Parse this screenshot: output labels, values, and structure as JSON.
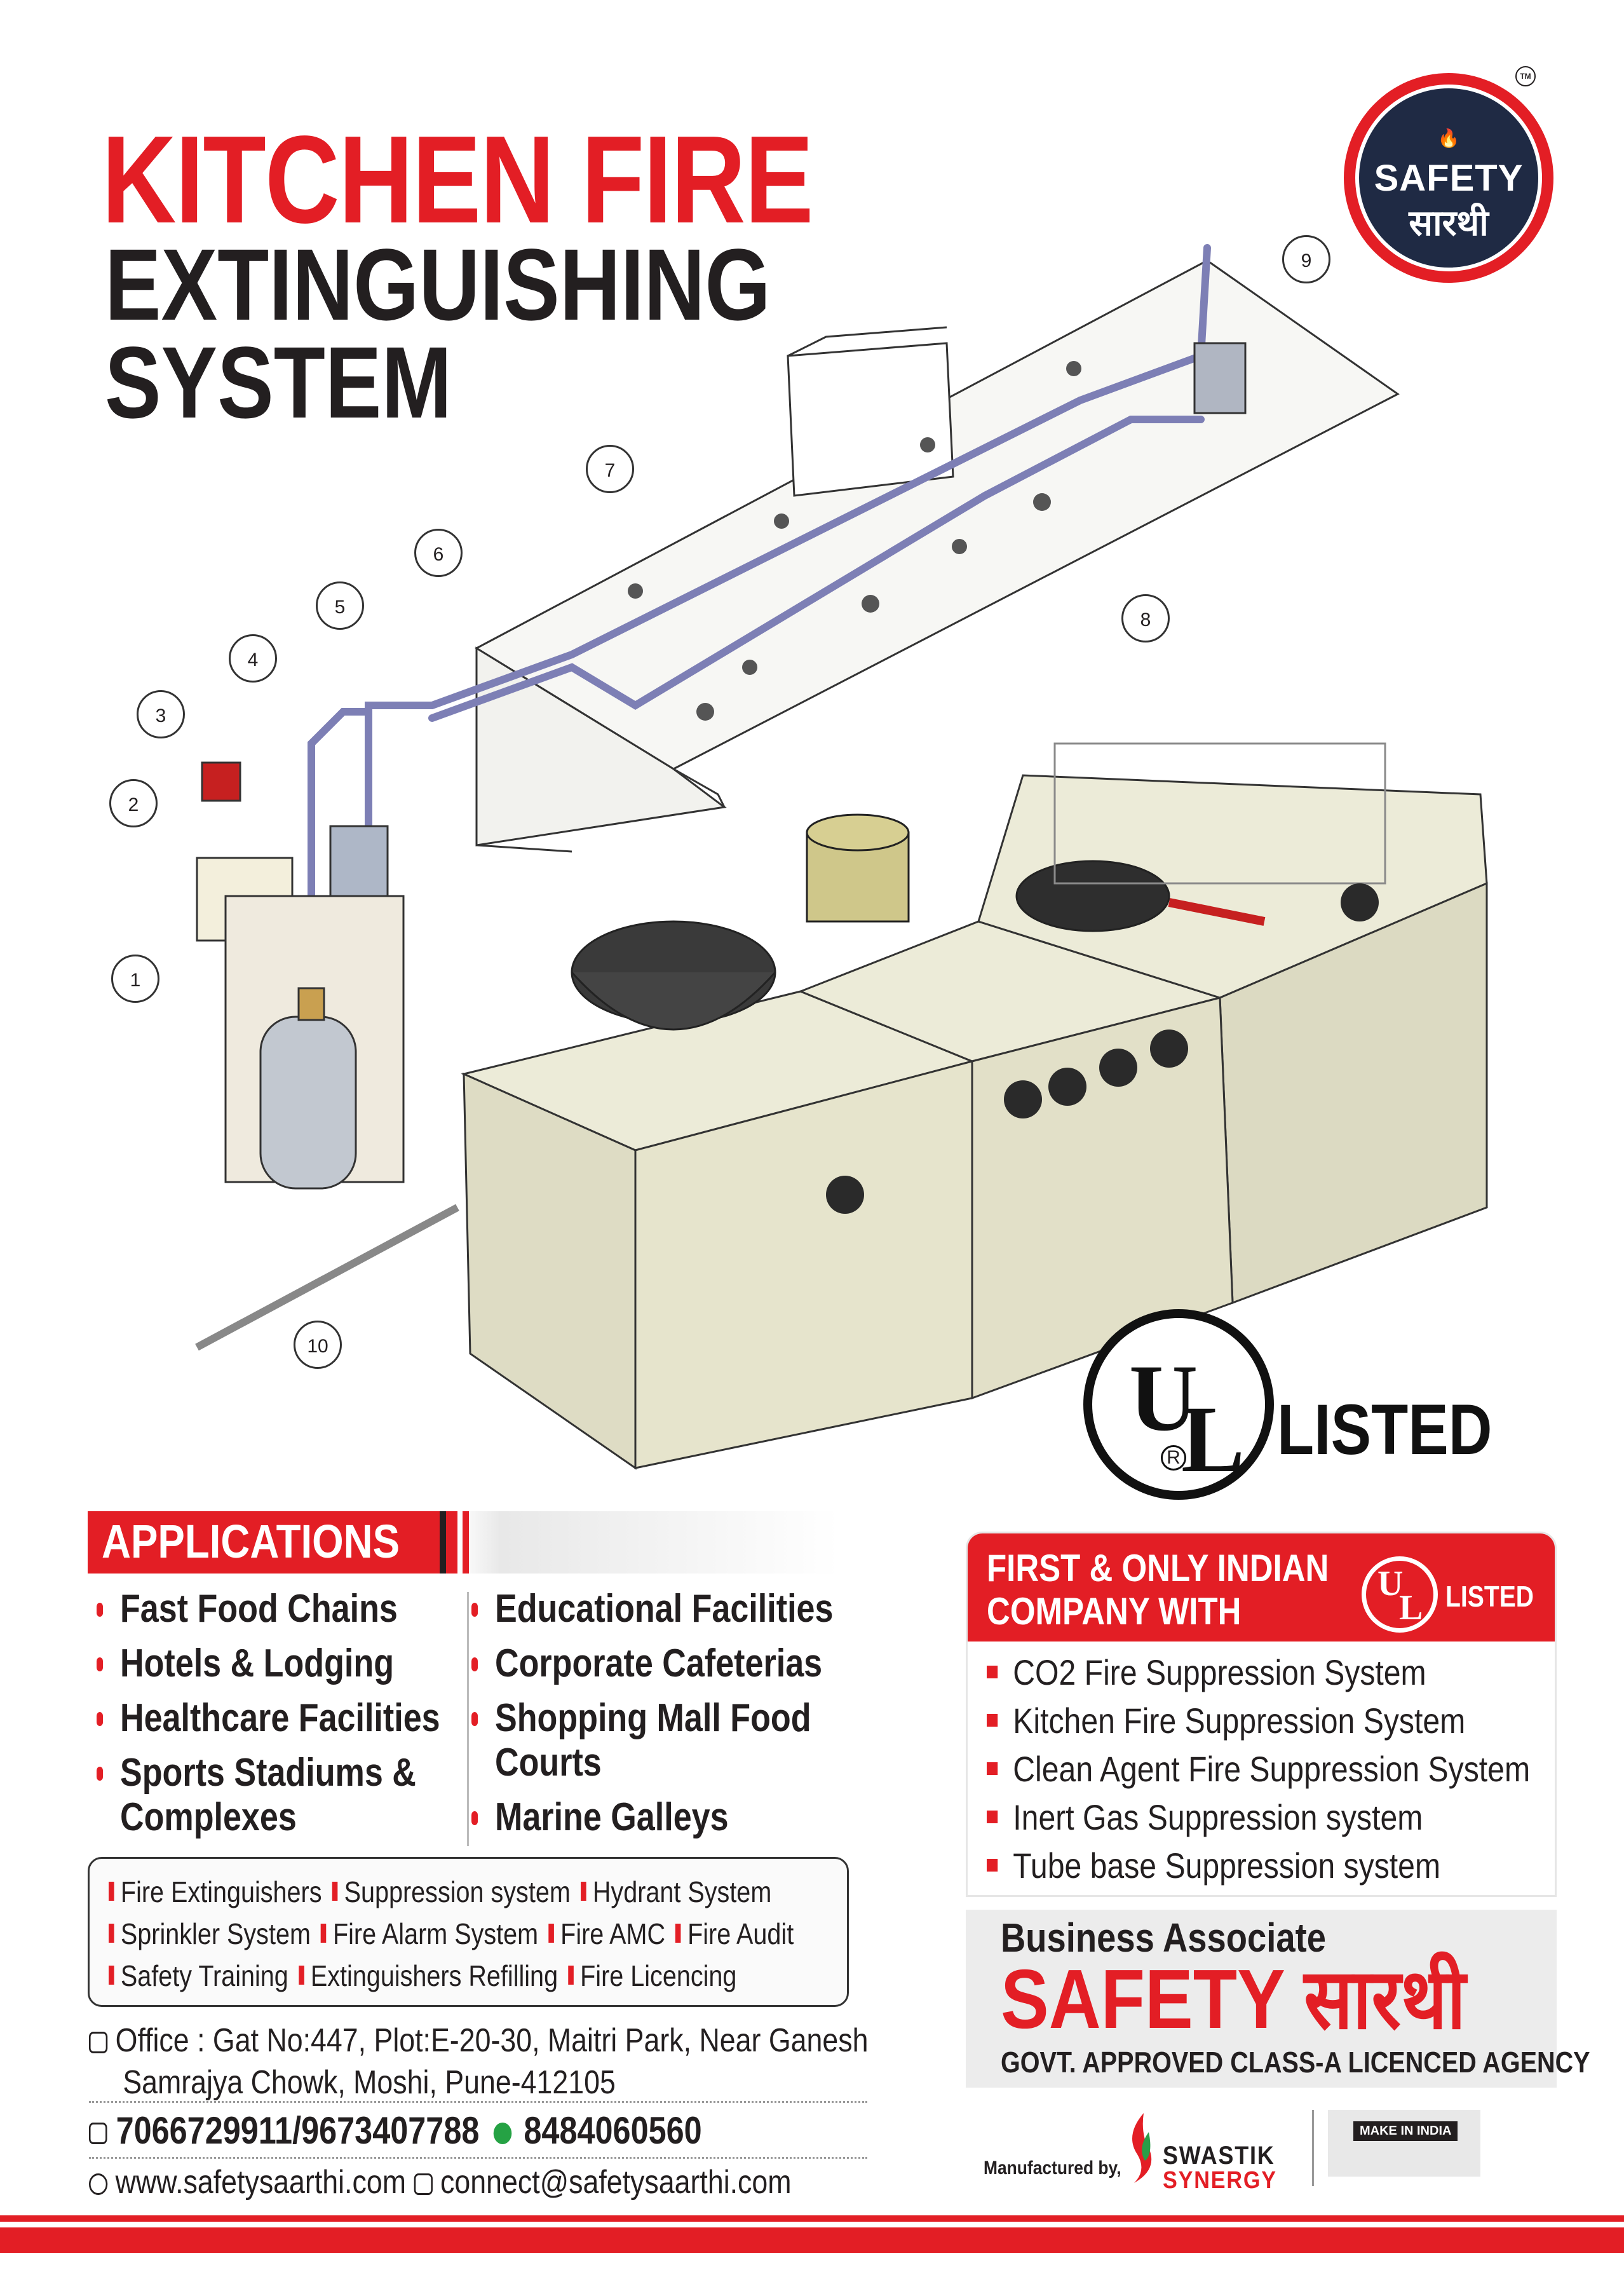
{
  "title": {
    "line1": "KITCHEN FIRE",
    "line2": "EXTINGUISHING",
    "line3": "SYSTEM"
  },
  "logo": {
    "line1": "SAFETY",
    "line2": "सारथी",
    "tm": "TM"
  },
  "callouts": [
    "1",
    "2",
    "3",
    "4",
    "5",
    "6",
    "7",
    "8",
    "9",
    "10"
  ],
  "ul_badge": {
    "u": "U",
    "l": "L",
    "r": "R",
    "listed": "LISTED"
  },
  "applications": {
    "title": "APPLICATIONS",
    "left": [
      "Fast Food Chains",
      "Hotels & Lodging",
      "Healthcare Facilities",
      "Sports Stadiums &",
      "Complexes"
    ],
    "right": [
      "Educational Facilities",
      "Corporate Cafeterias",
      "Shopping Mall Food",
      "Courts",
      "Marine Galleys"
    ]
  },
  "services": {
    "row1": [
      "Fire Extinguishers",
      "Suppression system",
      "Hydrant System"
    ],
    "row2": [
      "Sprinkler System",
      "Fire Alarm System",
      "Fire AMC",
      "Fire Audit"
    ],
    "row3": [
      "Safety Training",
      "Extinguishers Refilling",
      "Fire Licencing"
    ]
  },
  "contact": {
    "address_line1": "Office : Gat No:447, Plot:E-20-30, Maitri Park, Near Ganesh",
    "address_line2": "Samrajya Chowk, Moshi, Pune-412105",
    "phones": "7066729911/9673407788",
    "whatsapp": "8484060560",
    "website": "www.safetysaarthi.com",
    "email": "connect@safetysaarthi.com"
  },
  "first_only": {
    "line1": "FIRST & ONLY INDIAN",
    "line2": "COMPANY WITH",
    "listed": "LISTED",
    "items": [
      "CO2 Fire Suppression System",
      "Kitchen Fire Suppression System",
      "Clean Agent Fire Suppression System",
      "Inert Gas Suppression system",
      "Tube base Suppression system"
    ]
  },
  "business": {
    "label": "Business Associate",
    "name": "SAFETY सारथी",
    "govt": "GOVT. APPROVED CLASS-A LICENCED AGENCY"
  },
  "manufacturer": {
    "label": "Manufactured by,",
    "brand1": "SWASTIK",
    "brand2": "SYNERGY",
    "make_in_india": "MAKE IN INDIA"
  },
  "colors": {
    "accent": "#e31e25",
    "dark": "#231f20"
  }
}
